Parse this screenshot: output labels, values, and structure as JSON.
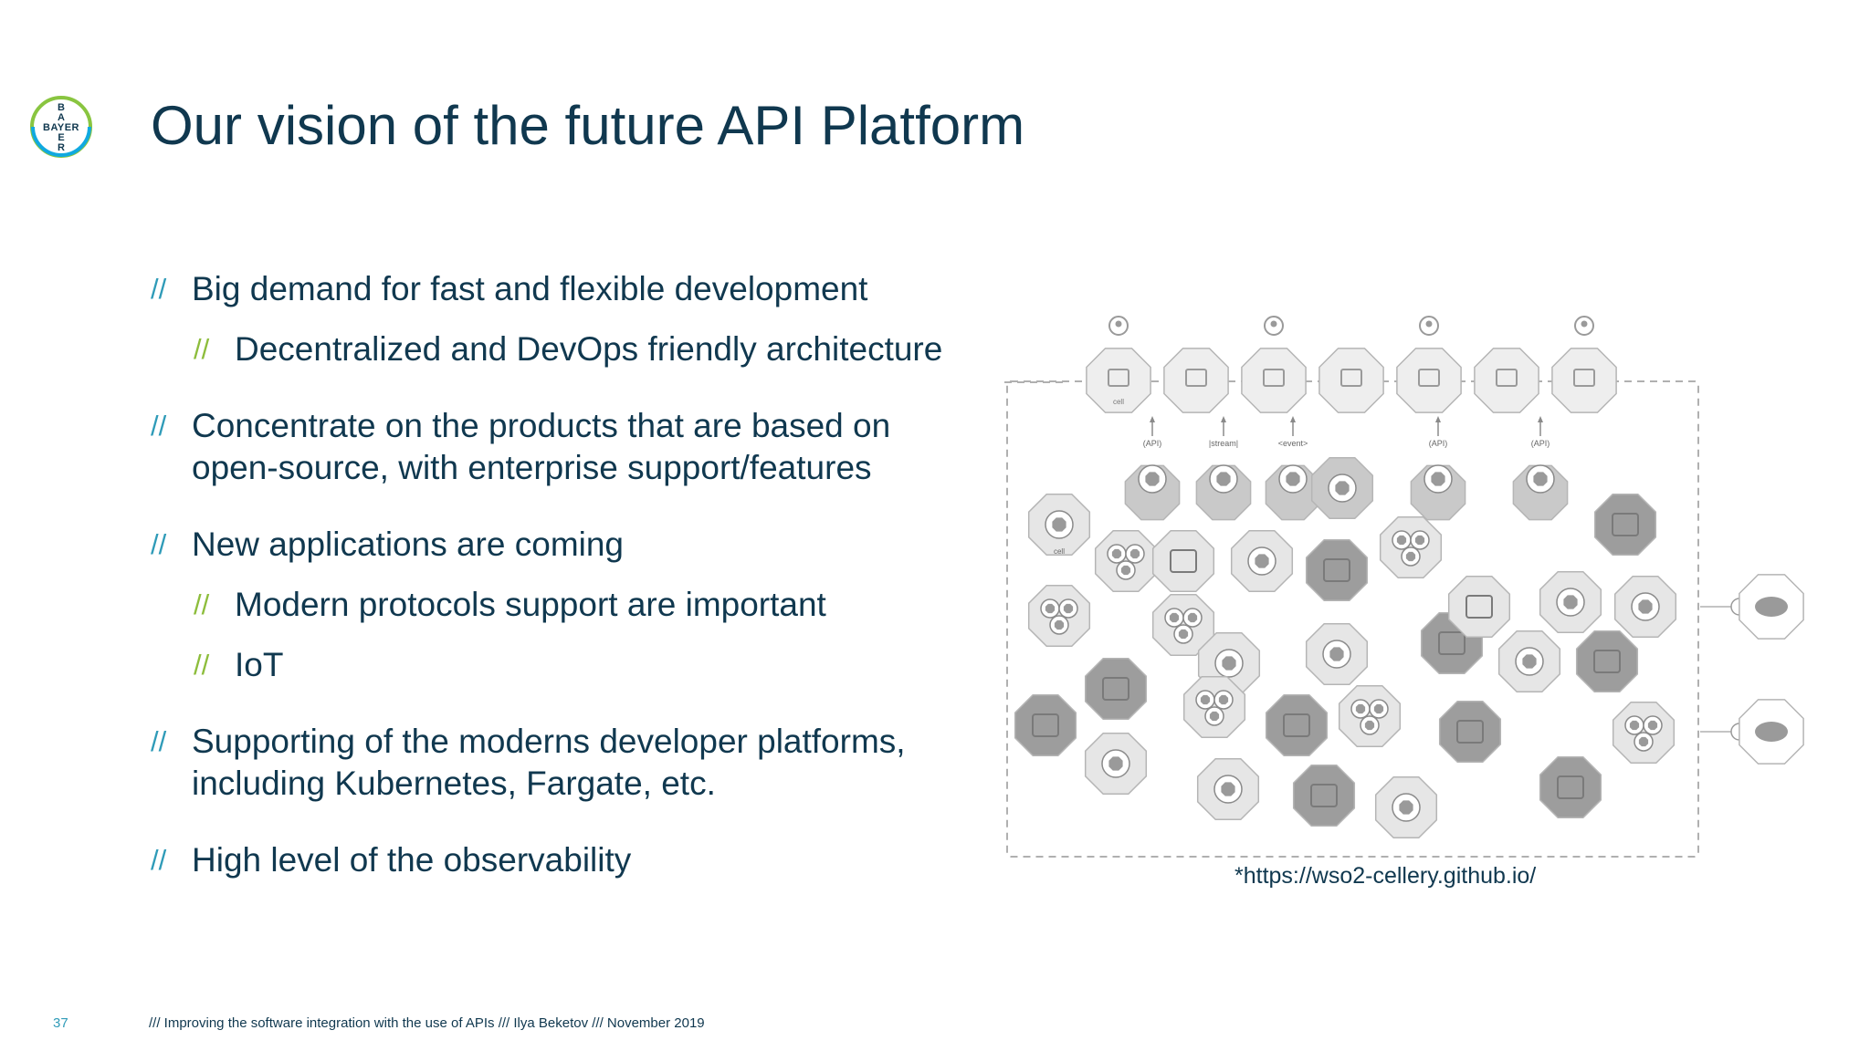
{
  "logo": {
    "text": "BAYER",
    "colors": {
      "outer_ring": "#89c540",
      "inner_ring": "#10a9e0",
      "text": "#10384f"
    }
  },
  "slide": {
    "title": "Our vision of the future API Platform",
    "bullets": [
      {
        "level": 1,
        "marker": "//",
        "lines": [
          "Big demand for fast and flexible development"
        ]
      },
      {
        "level": 2,
        "marker": "//",
        "lines": [
          "Decentralized and DevOps friendly architecture"
        ]
      },
      {
        "level": 1,
        "marker": "//",
        "lines": [
          "Concentrate on the products that are based on",
          "open-source, with enterprise support/features"
        ]
      },
      {
        "level": 1,
        "marker": "//",
        "lines": [
          "New applications are coming"
        ]
      },
      {
        "level": 2,
        "marker": "//",
        "lines": [
          "Modern protocols support are important"
        ]
      },
      {
        "level": 2,
        "marker": "//",
        "lines": [
          "IoT"
        ]
      },
      {
        "level": 1,
        "marker": "//",
        "lines": [
          "Supporting of the moderns developer platforms,",
          "including Kubernetes, Fargate, etc."
        ]
      },
      {
        "level": 1,
        "marker": "//",
        "lines": [
          "High level of the observability"
        ]
      }
    ],
    "source_note": "*https://wso2-cellery.github.io/"
  },
  "diagram": {
    "channel_icons": [
      "mobile-icon",
      "tablet-icon",
      "cart-icon",
      "car-icon",
      "airplane-icon",
      "grid-icon",
      "monitor-icon"
    ],
    "user_icons": [
      "user-icon",
      "user-icon",
      "user-icon",
      "user-icon"
    ],
    "channel_cell_label": "cell",
    "labels": [
      "(API)",
      "|stream|",
      "<event>",
      "(API)",
      "(API)"
    ],
    "cell_label": "cell",
    "external_icons": [
      "document-cloud-icon",
      "cloud-icon"
    ],
    "colors": {
      "light": "#e6e6e6",
      "mid": "#c9c9c9",
      "dark": "#9d9d9d",
      "border": "#b5b5b5"
    }
  },
  "footer": {
    "page_number": "37",
    "text": "/// Improving the software integration with the use of APIs /// Ilya Beketov /// November 2019"
  }
}
